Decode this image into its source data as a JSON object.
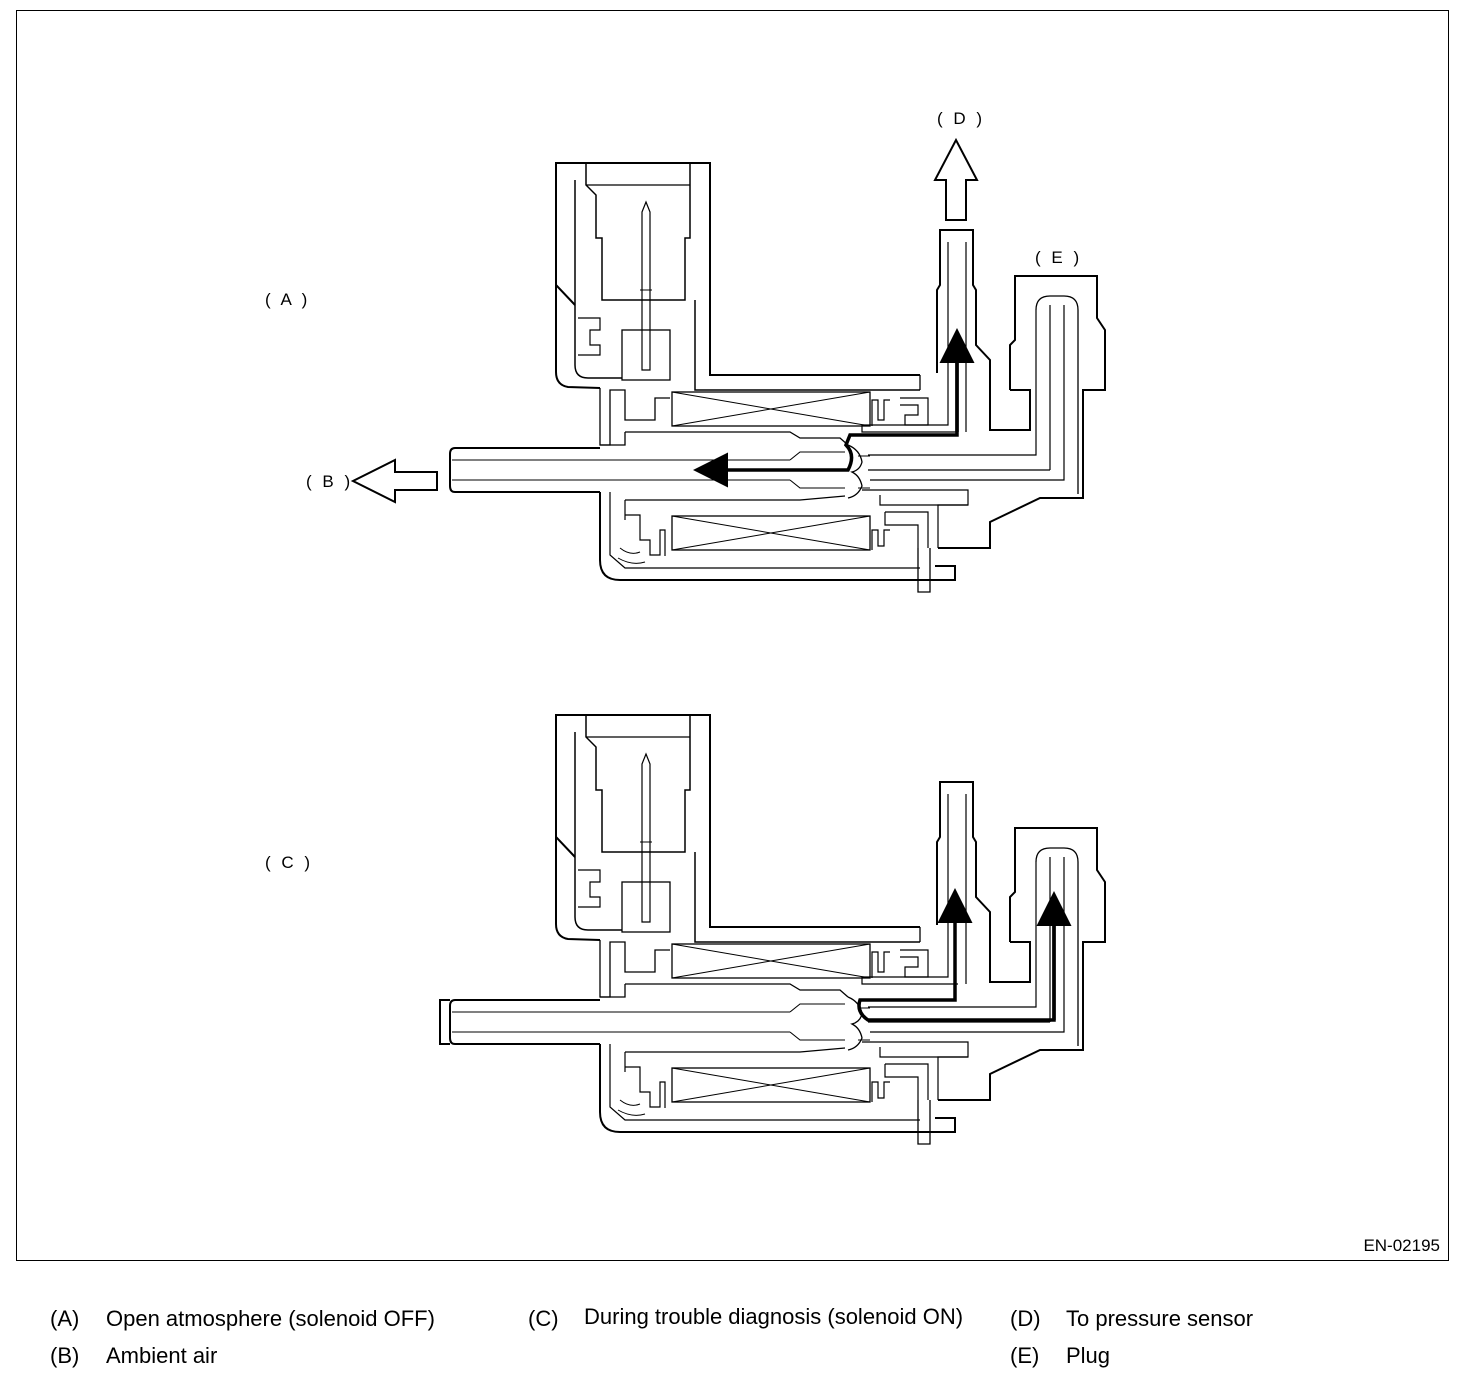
{
  "figure": {
    "id": "EN-02195",
    "labels": {
      "A": "( A )",
      "B": "( B )",
      "C": "( C )",
      "D": "( D )",
      "E": "( E )"
    }
  },
  "legend": [
    {
      "key": "(A)",
      "text": "Open atmosphere (solenoid OFF)"
    },
    {
      "key": "(B)",
      "text": "Ambient air"
    },
    {
      "key": "(C)",
      "text": "During trouble diagnosis (solenoid ON)"
    },
    {
      "key": "(D)",
      "text": "To pressure sensor"
    },
    {
      "key": "(E)",
      "text": "Plug"
    }
  ]
}
